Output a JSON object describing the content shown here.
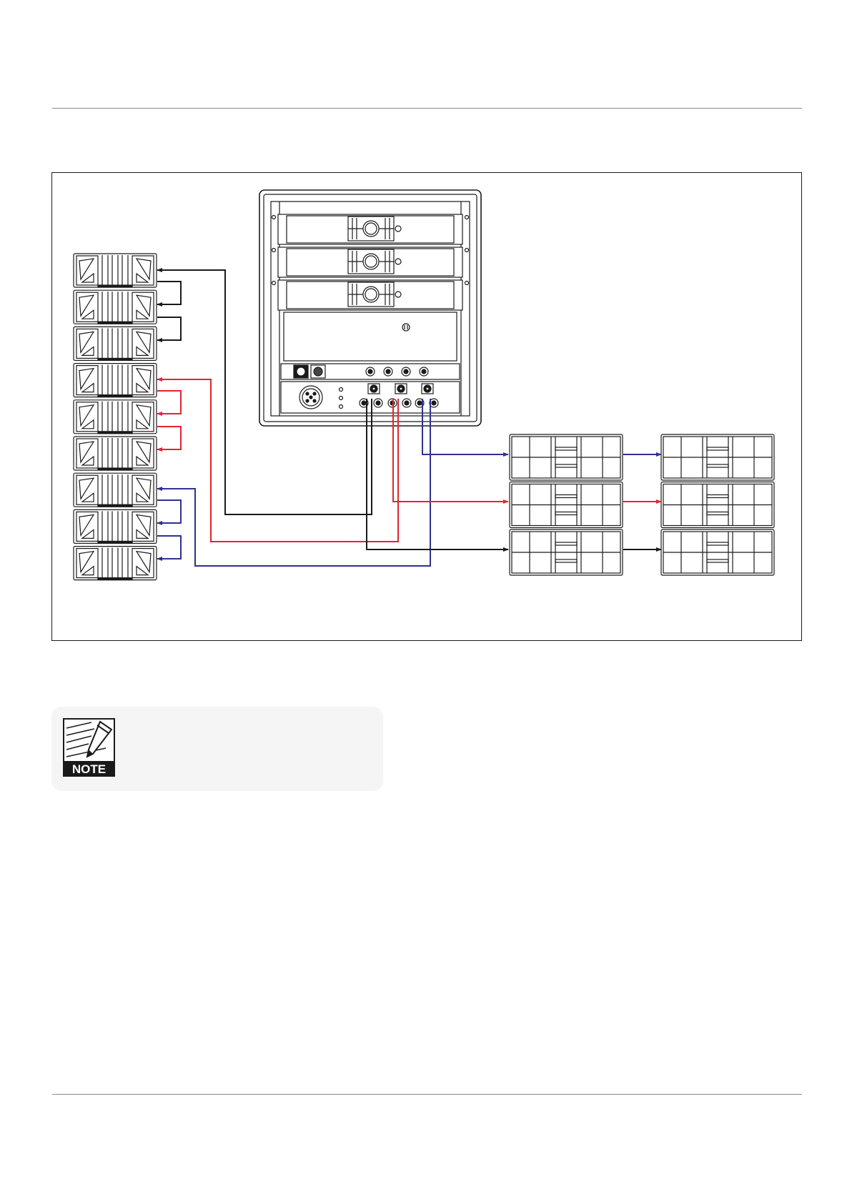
{
  "page": {
    "note_icon": {
      "name": "note-icon",
      "label": "NOTE"
    }
  },
  "diagram": {
    "icons": {
      "line_array": "line-array-speaker-icon",
      "amp_rack": "amplifier-rack-icon",
      "subwoofer": "subwoofer-cabinet-icon"
    },
    "colors": {
      "link_black": "#1a1a1a",
      "link_red": "#e3262d",
      "link_blue": "#2e3192",
      "outline": "#1a1a1a"
    },
    "line_array": {
      "cabinets": 9,
      "groups": 3
    },
    "rack": {
      "amplifiers": 3
    },
    "subwoofers": {
      "stacks": 2,
      "per_stack": 3
    }
  }
}
